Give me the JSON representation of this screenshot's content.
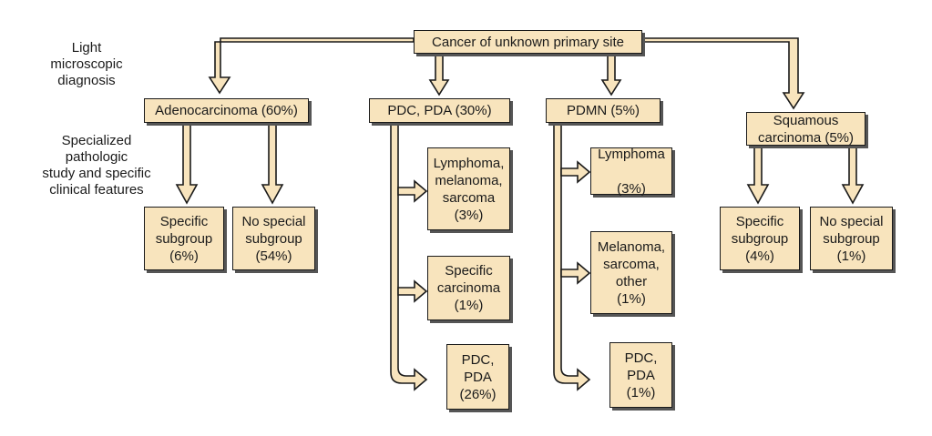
{
  "left_labels": {
    "light_microscopic": "Light\nmicroscopic\ndiagnosis",
    "specialized": "Specialized\npathologic\nstudy and specific\nclinical features"
  },
  "root": "Cancer of unknown primary site",
  "level1": {
    "adenocarcinoma": "Adenocarcinoma (60%)",
    "pdc_pda": "PDC, PDA (30%)",
    "pdmn": "PDMN (5%)",
    "squamous": "Squamous\ncarcinoma (5%)"
  },
  "adeno_children": {
    "specific": "Specific\nsubgroup\n(6%)",
    "no_special": "No special\nsubgroup\n(54%)"
  },
  "pdc_children": {
    "lymphoma_melanoma_sarcoma": "Lymphoma,\nmelanoma,\nsarcoma\n(3%)",
    "specific_carcinoma": "Specific\ncarcinoma\n(1%)",
    "pdc_pda": "PDC,\nPDA\n(26%)"
  },
  "pdmn_children": {
    "lymphoma": "Lymphoma\n\n(3%)",
    "melanoma_sarcoma_other": "Melanoma,\nsarcoma,\nother\n(1%)",
    "pdc_pda": "PDC,\nPDA\n(1%)"
  },
  "squamous_children": {
    "specific": "Specific\nsubgroup\n(4%)",
    "no_special": "No special\nsubgroup\n(1%)"
  }
}
